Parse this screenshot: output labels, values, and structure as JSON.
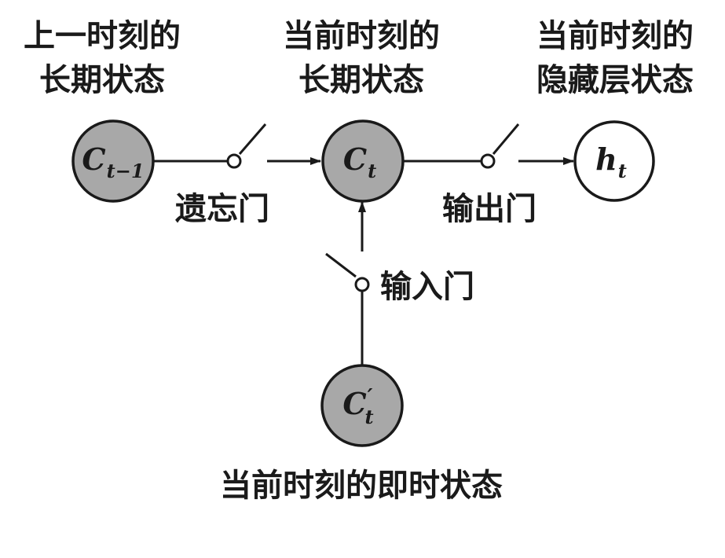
{
  "labels": {
    "prev_long_term": [
      "上一时刻的",
      "长期状态"
    ],
    "curr_long_term": [
      "当前时刻的",
      "长期状态"
    ],
    "curr_hidden": [
      "当前时刻的",
      "隐藏层状态"
    ],
    "forget_gate": "遗忘门",
    "output_gate": "输出门",
    "input_gate": "输入门",
    "candidate_state": "当前时刻的即时状态"
  },
  "nodes": {
    "prev_cell": {
      "main": "C",
      "sub": "t−1",
      "sup": ""
    },
    "curr_cell": {
      "main": "C",
      "sub": "t",
      "sup": ""
    },
    "hidden": {
      "main": "h",
      "sub": "t",
      "sup": ""
    },
    "candidate": {
      "main": "C",
      "sub": "t",
      "sup": "′"
    }
  },
  "colors": {
    "cell_fill": "#a8a8a8",
    "hidden_fill": "#ffffff",
    "stroke": "#1a1a1a"
  }
}
